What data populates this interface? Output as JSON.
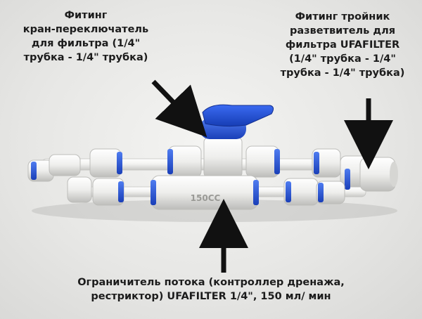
{
  "captions": {
    "left": "Фитинг\nкран-переключатель\nдля фильтра (1/4\"\nтрубка - 1/4\" трубка)",
    "right": "Фитинг тройник\nразветвитель для\nфильтра UFAFILTER\n(1/4\" трубка - 1/4\"\nтрубка - 1/4\" трубка)",
    "bottom": "Ограничитель потока (контроллер дренажа,\nрестриктор) UFAFILTER 1/4\", 150 мл/ мин"
  },
  "restrictor_marking": "150CC",
  "colors": {
    "caption_text": "#1c1c1c",
    "fitting_white": "#f2f2f0",
    "collet_blue": "#2a55d6",
    "valve_handle_blue": "#2456e0",
    "arrow_black": "#111111"
  }
}
